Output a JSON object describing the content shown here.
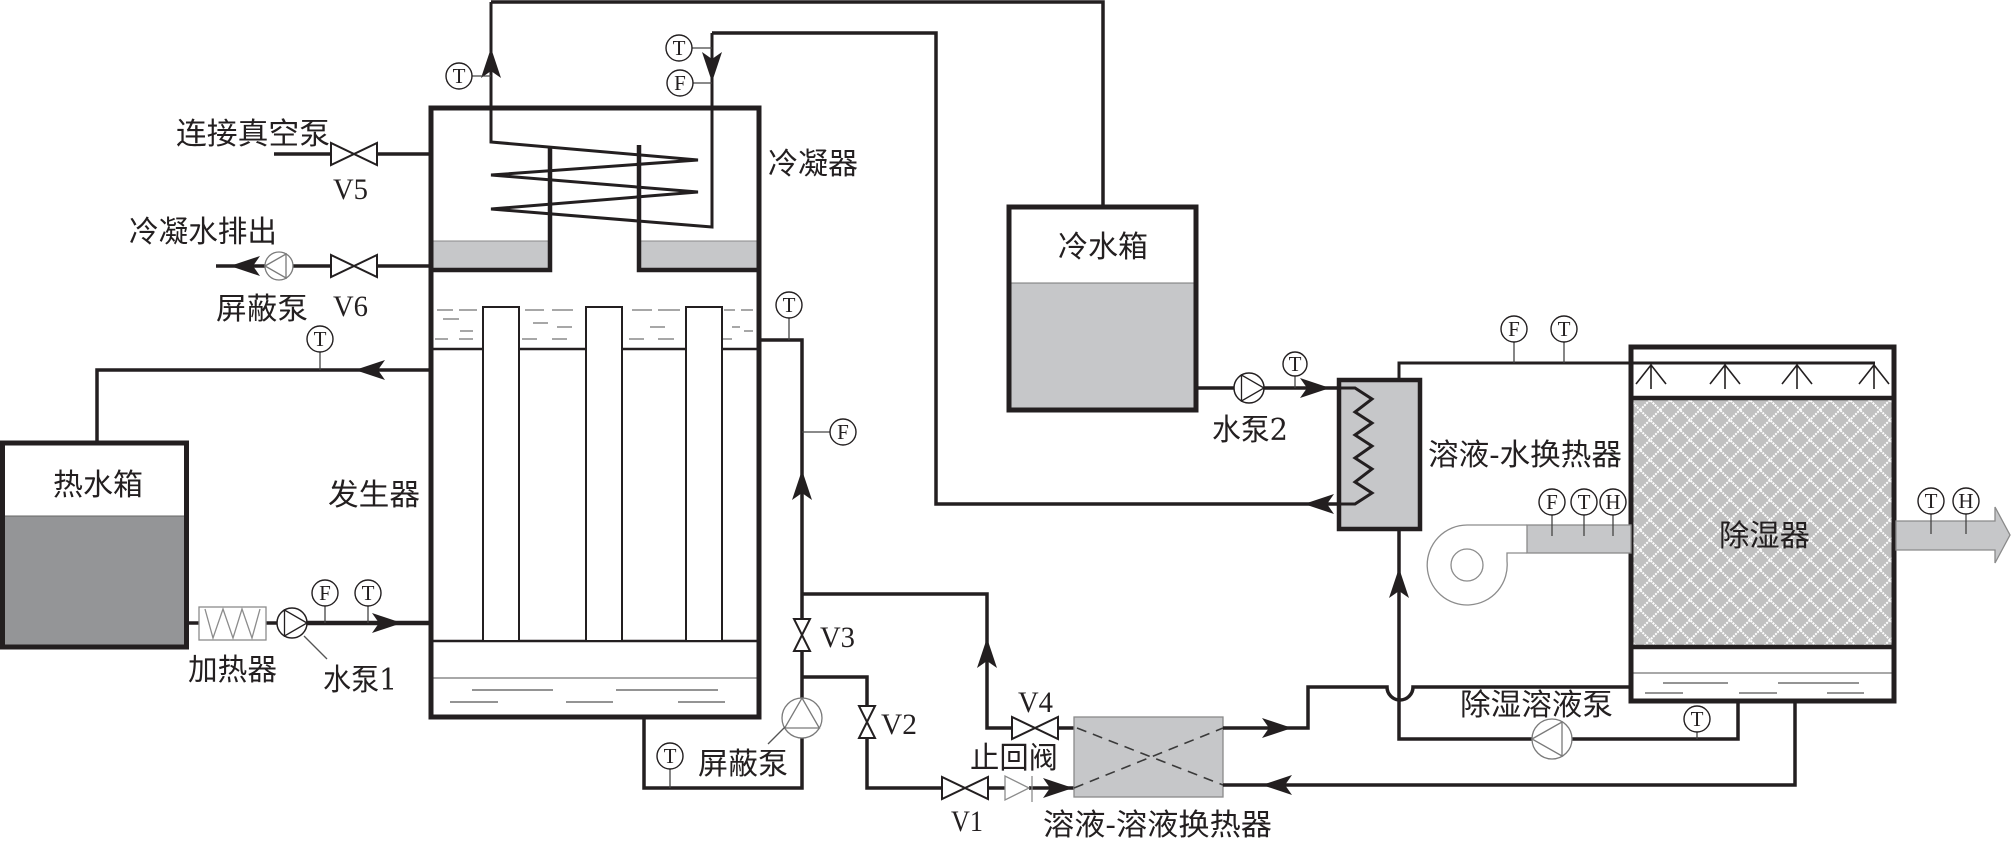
{
  "labels": {
    "vacuum_pump_connection": "连接真空泵",
    "condensate_discharge": "冷凝水排出",
    "shielded_pump_condensate": "屏蔽泵",
    "condenser": "冷凝器",
    "cold_water_tank": "冷水箱",
    "hot_water_tank": "热水箱",
    "generator": "发生器",
    "heater": "加热器",
    "water_pump_1": "水泵1",
    "shielded_pump_solution": "屏蔽泵",
    "check_valve": "止回阀",
    "solution_solution_hx": "溶液-溶液换热器",
    "water_pump_2": "水泵2",
    "solution_water_hx": "溶液-水换热器",
    "dehumidifier": "除湿器",
    "dehumidifier_solution_pump": "除湿溶液泵"
  },
  "valves": {
    "v1": "V1",
    "v2": "V2",
    "v3": "V3",
    "v4": "V4",
    "v5": "V5",
    "v6": "V6"
  },
  "sensors": [
    {
      "label": "T"
    },
    {
      "label": "T"
    },
    {
      "label": "F"
    },
    {
      "label": "T"
    },
    {
      "label": "F"
    },
    {
      "label": "T"
    },
    {
      "label": "T"
    },
    {
      "label": "F"
    },
    {
      "label": "T"
    },
    {
      "label": "T"
    },
    {
      "label": "F"
    },
    {
      "label": "T"
    },
    {
      "label": "F"
    },
    {
      "label": "T"
    },
    {
      "label": "H"
    },
    {
      "label": "T"
    },
    {
      "label": "H"
    },
    {
      "label": "T"
    }
  ],
  "colors": {
    "line": "#231f20",
    "light": "#c6c7c9",
    "hot": "#949597",
    "packing": "#c0c0c0",
    "instrument": "#7a7a7a"
  }
}
